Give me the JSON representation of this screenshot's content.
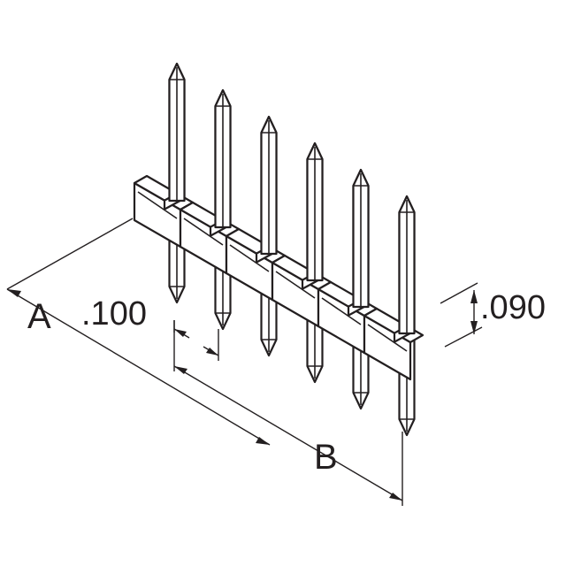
{
  "diagram": {
    "pin_count": 6,
    "labels": {
      "a": "A",
      "b": "B",
      "pitch": ".100",
      "height": ".090"
    }
  }
}
